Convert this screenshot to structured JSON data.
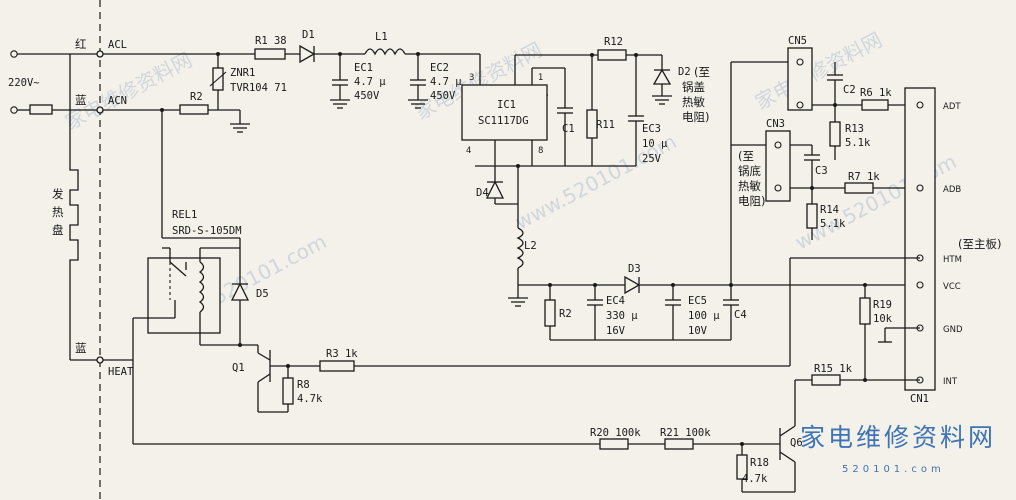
{
  "supply": {
    "voltage": "220V~",
    "wire_red": "红",
    "wire_blue_top": "蓝",
    "wire_blue_bottom": "蓝",
    "heater": [
      "发",
      "热",
      "盘"
    ]
  },
  "nets": {
    "acl": "ACL",
    "acn": "ACN",
    "heat": "HEAT"
  },
  "power": {
    "r1": "R1 38",
    "d1": "D1",
    "l1": "L1",
    "zn_name": "ZNR1",
    "zn_part": "TVR104 71",
    "r2a": "R2",
    "ec1_name": "EC1",
    "ec1_val": "4.7 µ",
    "ec1_v": "450V",
    "ec2_name": "EC2",
    "ec2_val": "4.7 µ",
    "ec2_v": "450V",
    "ic_name": "IC1",
    "ic_part": "SC1117DG",
    "pin1": "1",
    "pin3": "3",
    "pin4": "4",
    "pin8": "8",
    "r12": "R12",
    "d2": "D2",
    "d2_note": [
      "(至",
      "锅盖",
      "热敏",
      "电阻)"
    ],
    "c1": "C1",
    "r11": "R11",
    "ec3_name": "EC3",
    "ec3_val": "10 µ",
    "ec3_v": "25V",
    "d4": "D4",
    "l2": "L2",
    "r2b": "R2",
    "ec4_name": "EC4",
    "ec4_val": "330 µ",
    "ec4_v": "16V",
    "d3": "D3",
    "ec5_name": "EC5",
    "ec5_val": "100 µ",
    "ec5_v": "10V",
    "c4": "C4"
  },
  "relay": {
    "name": "REL1",
    "part": "SRD-S-105DM",
    "d5": "D5",
    "q1": "Q1",
    "r3": "R3 1k",
    "r8_name": "R8",
    "r8_val": "4.7k"
  },
  "sensors": {
    "cn5": "CN5",
    "c2": "C2",
    "r6": "R6 1k",
    "r13_name": "R13",
    "r13_val": "5.1k",
    "cn3": "CN3",
    "cn3_note": [
      "(至",
      "锅底",
      "热敏",
      "电阻)"
    ],
    "c3": "C3",
    "r7": "R7 1k",
    "r14_name": "R14",
    "r14_val": "5.1k",
    "r19_name": "R19",
    "r19_val": "10k",
    "r15": "R15 1k"
  },
  "connector": {
    "name": "CN1",
    "pins": [
      "ADT",
      "ADB",
      "HTM",
      "VCC",
      "GND",
      "INT"
    ],
    "note": "(至主板)"
  },
  "detect": {
    "r20": "R20 100k",
    "r21": "R21 100k",
    "q6": "Q6",
    "r18_name": "R18",
    "r18_val": "4.7k"
  },
  "watermark": {
    "brand": "家电维修资料网",
    "site": "520101.com"
  }
}
